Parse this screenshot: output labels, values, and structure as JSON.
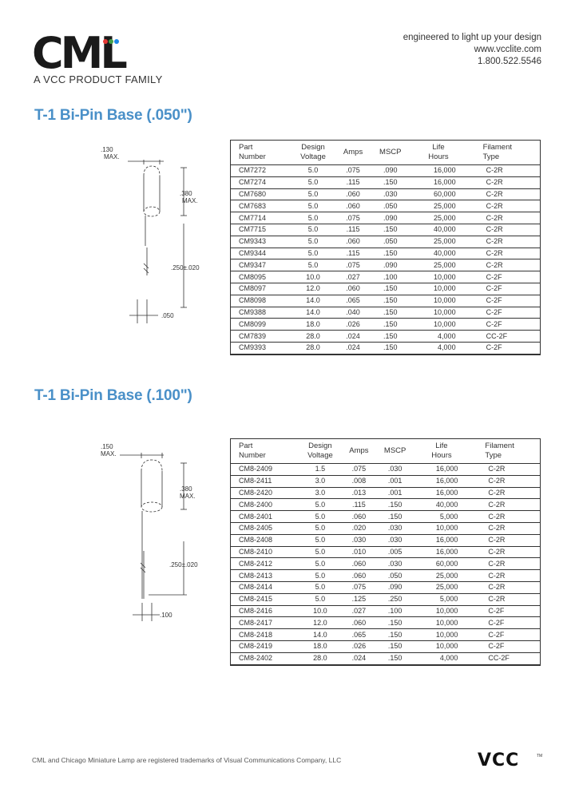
{
  "header": {
    "logo_text": "CML",
    "logo_subtitle": "A VCC PRODUCT FAMILY",
    "logo_colors": [
      "#e53935",
      "#43a047",
      "#1e88e5"
    ],
    "tagline": "engineered to light up your design",
    "website": "www.vcclite.com",
    "phone": "1.800.522.5546"
  },
  "sections": [
    {
      "title": "T-1 Bi-Pin Base (.050\")",
      "diagram": {
        "dim_diameter": ".130",
        "dim_diameter_max": "MAX.",
        "dim_length": ".380",
        "dim_length_max": "MAX.",
        "dim_lead": ".250±.020",
        "dim_pitch": ".050"
      },
      "headers": [
        "Part\nNumber",
        "Design\nVoltage",
        "Amps",
        "MSCP",
        "Life\nHours",
        "Filament\nType"
      ],
      "rows": [
        [
          "CM7272",
          "5.0",
          ".075",
          ".090",
          "16,000",
          "C-2R"
        ],
        [
          "CM7274",
          "5.0",
          ".115",
          ".150",
          "16,000",
          "C-2R"
        ],
        [
          "CM7680",
          "5.0",
          ".060",
          ".030",
          "60,000",
          "C-2R"
        ],
        [
          "CM7683",
          "5.0",
          ".060",
          ".050",
          "25,000",
          "C-2R"
        ],
        [
          "CM7714",
          "5.0",
          ".075",
          ".090",
          "25,000",
          "C-2R"
        ],
        [
          "CM7715",
          "5.0",
          ".115",
          ".150",
          "40,000",
          "C-2R"
        ],
        [
          "CM9343",
          "5.0",
          ".060",
          ".050",
          "25,000",
          "C-2R"
        ],
        [
          "CM9344",
          "5.0",
          ".115",
          ".150",
          "40,000",
          "C-2R"
        ],
        [
          "CM9347",
          "5.0",
          ".075",
          ".090",
          "25,000",
          "C-2R"
        ],
        [
          "CM8095",
          "10.0",
          ".027",
          ".100",
          "10,000",
          "C-2F"
        ],
        [
          "CM8097",
          "12.0",
          ".060",
          ".150",
          "10,000",
          "C-2F"
        ],
        [
          "CM8098",
          "14.0",
          ".065",
          ".150",
          "10,000",
          "C-2F"
        ],
        [
          "CM9388",
          "14.0",
          ".040",
          ".150",
          "10,000",
          "C-2F"
        ],
        [
          "CM8099",
          "18.0",
          ".026",
          ".150",
          "10,000",
          "C-2F"
        ],
        [
          "CM7839",
          "28.0",
          ".024",
          ".150",
          "4,000",
          "CC-2F"
        ],
        [
          "CM9393",
          "28.0",
          ".024",
          ".150",
          "4,000",
          "C-2F"
        ]
      ]
    },
    {
      "title": "T-1 Bi-Pin Base (.100\")",
      "diagram": {
        "dim_diameter": ".150",
        "dim_diameter_max": "MAX.",
        "dim_length": ".380",
        "dim_length_max": "MAX.",
        "dim_lead": ".250±.020",
        "dim_pitch": ".100"
      },
      "headers": [
        "Part\nNumber",
        "Design\nVoltage",
        "Amps",
        "MSCP",
        "Life\nHours",
        "Filament\nType"
      ],
      "rows": [
        [
          "CM8-2409",
          "1.5",
          ".075",
          ".030",
          "16,000",
          "C-2R"
        ],
        [
          "CM8-2411",
          "3.0",
          ".008",
          ".001",
          "16,000",
          "C-2R"
        ],
        [
          "CM8-2420",
          "3.0",
          ".013",
          ".001",
          "16,000",
          "C-2R"
        ],
        [
          "CM8-2400",
          "5.0",
          ".115",
          ".150",
          "40,000",
          "C-2R"
        ],
        [
          "CM8-2401",
          "5.0",
          ".060",
          ".150",
          "5,000",
          "C-2R"
        ],
        [
          "CM8-2405",
          "5.0",
          ".020",
          ".030",
          "10,000",
          "C-2R"
        ],
        [
          "CM8-2408",
          "5.0",
          ".030",
          ".030",
          "16,000",
          "C-2R"
        ],
        [
          "CM8-2410",
          "5.0",
          ".010",
          ".005",
          "16,000",
          "C-2R"
        ],
        [
          "CM8-2412",
          "5.0",
          ".060",
          ".030",
          "60,000",
          "C-2R"
        ],
        [
          "CM8-2413",
          "5.0",
          ".060",
          ".050",
          "25,000",
          "C-2R"
        ],
        [
          "CM8-2414",
          "5.0",
          ".075",
          ".090",
          "25,000",
          "C-2R"
        ],
        [
          "CM8-2415",
          "5.0",
          ".125",
          ".250",
          "5,000",
          "C-2R"
        ],
        [
          "CM8-2416",
          "10.0",
          ".027",
          ".100",
          "10,000",
          "C-2F"
        ],
        [
          "CM8-2417",
          "12.0",
          ".060",
          ".150",
          "10,000",
          "C-2F"
        ],
        [
          "CM8-2418",
          "14.0",
          ".065",
          ".150",
          "10,000",
          "C-2F"
        ],
        [
          "CM8-2419",
          "18.0",
          ".026",
          ".150",
          "10,000",
          "C-2F"
        ],
        [
          "CM8-2402",
          "28.0",
          ".024",
          ".150",
          "4,000",
          "CC-2F"
        ]
      ]
    }
  ],
  "footer": {
    "trademark": "CML and Chicago Miniature Lamp are registered trademarks of Visual Communications Company, LLC",
    "brand": "VCC",
    "brand_tm": "TM"
  }
}
